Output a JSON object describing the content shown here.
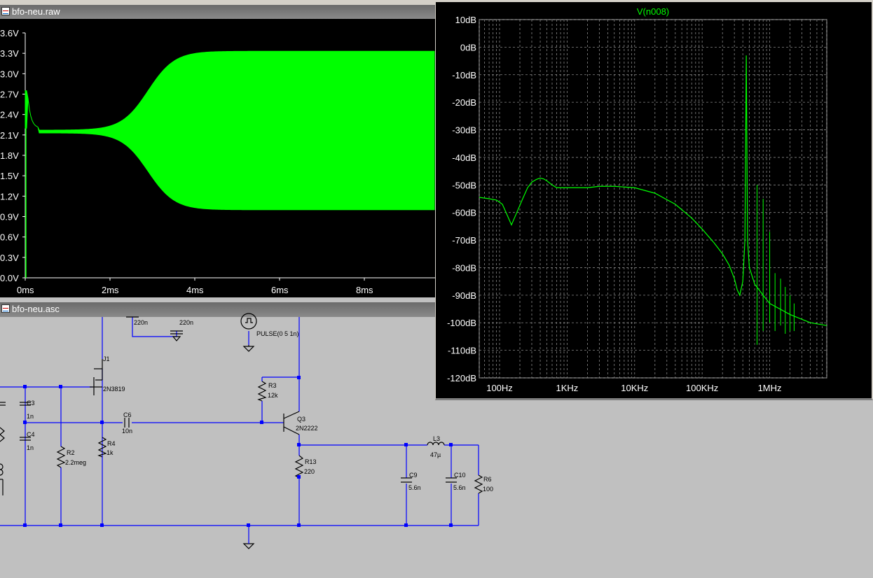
{
  "windows": {
    "raw_title": "bfo-neu.raw",
    "asc_title": "bfo-neu.asc"
  },
  "transient_plot": {
    "y_ticks": [
      "3.6V",
      "3.3V",
      "3.0V",
      "2.7V",
      "2.4V",
      "2.1V",
      "1.8V",
      "1.5V",
      "1.2V",
      "0.9V",
      "0.6V",
      "0.3V",
      "0.0V"
    ],
    "x_ticks": [
      "0ms",
      "2ms",
      "4ms",
      "6ms",
      "8ms"
    ],
    "trace_color": "#00ff00"
  },
  "chart_data": {
    "type": "line",
    "title": "V(n008)",
    "y_ticks": [
      "10dB",
      "0dB",
      "-10dB",
      "-20dB",
      "-30dB",
      "-40dB",
      "-50dB",
      "-60dB",
      "-70dB",
      "-80dB",
      "-90dB",
      "-100dB",
      "-110dB",
      "-120dB"
    ],
    "x_ticks": [
      "100Hz",
      "1KHz",
      "10KHz",
      "100KHz",
      "1MHz"
    ],
    "x_scale": "log",
    "ylim": [
      -120,
      10
    ],
    "xlim": [
      50,
      7000000
    ],
    "grid": true,
    "series": [
      {
        "color": "#00ff00",
        "x": [
          50,
          70,
          90,
          110,
          130,
          150,
          180,
          220,
          260,
          300,
          350,
          400,
          450,
          500,
          600,
          700,
          800,
          1000,
          1500,
          2000,
          3000,
          5000,
          10000,
          20000,
          40000,
          70000,
          100000,
          150000,
          200000,
          250000,
          300000,
          330000,
          360000,
          400000,
          430000,
          450000,
          470000,
          500000,
          600000,
          800000,
          1000000,
          2000000,
          4000000,
          7000000
        ],
        "values": [
          -54.5,
          -55,
          -55.5,
          -57,
          -61,
          -64.5,
          -60,
          -55,
          -51,
          -49,
          -48,
          -47.5,
          -47.8,
          -48.5,
          -50,
          -51,
          -51,
          -51,
          -51,
          -51,
          -50.5,
          -50.5,
          -51,
          -53,
          -57,
          -62,
          -66,
          -71,
          -75,
          -79,
          -84,
          -88,
          -90,
          -85,
          -70,
          -3,
          -70,
          -80,
          -86,
          -90,
          -93,
          -97,
          -100,
          -101
        ]
      }
    ]
  },
  "schematic": {
    "labels": {
      "c_top1": "220n",
      "c_top2": "220n",
      "pulse": "PULSE(0 5 1n)",
      "j1_name": "J1",
      "j1_model": "2N3819",
      "c3_name": "C3",
      "c3_val": "1n",
      "c4_name": "C4",
      "c4_val": "1n",
      "c6_name": "C6",
      "c6_val": "10n",
      "r2_name": "R2",
      "r2_val": "2.2meg",
      "r4_name": "R4",
      "r4_val": "1k",
      "r3_name": "R3",
      "r3_val": "12k",
      "q3_name": "Q3",
      "q3_model": "2N2222",
      "r13_name": "R13",
      "r13_val": "220",
      "l3_name": "L3",
      "l3_val": "47µ",
      "c9_name": "C9",
      "c9_val": "5.6n",
      "c10_name": "C10",
      "c10_val": "5.6n",
      "r6_name": "R6",
      "r6_val": "100"
    },
    "wire_color": "#0000ff"
  }
}
